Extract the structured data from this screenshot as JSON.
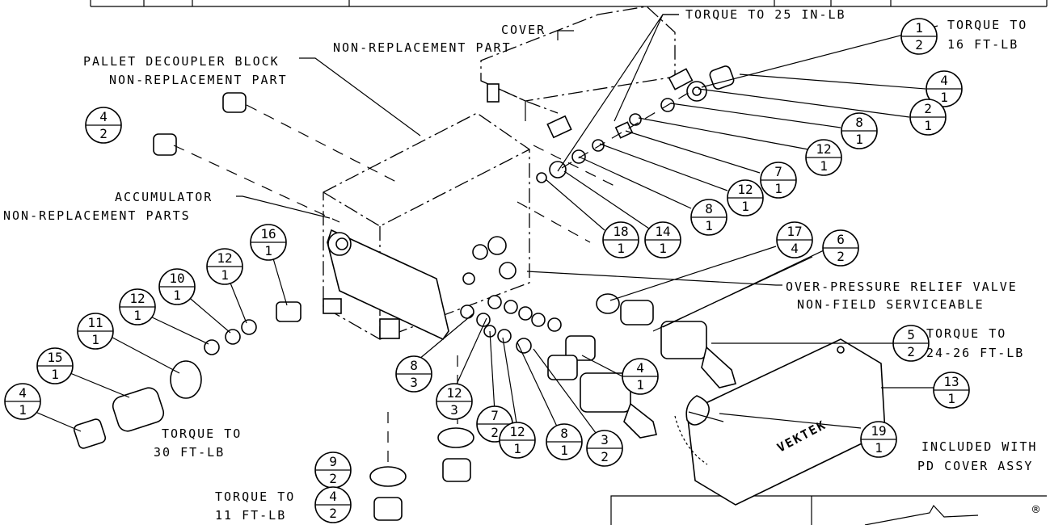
{
  "labels": {
    "cover": "COVER",
    "cover_sub": "NON-REPLACEMENT PART",
    "torque_25": "TORQUE TO 25 IN-LB",
    "torque_16a": "TORQUE TO",
    "torque_16b": "16 FT-LB",
    "pallet_a": "PALLET DECOUPLER BLOCK",
    "pallet_b": "NON-REPLACEMENT PART",
    "accum_a": "ACCUMULATOR",
    "accum_b": "NON-REPLACEMENT PARTS",
    "opr_a": "OVER-PRESSURE RELIEF VALVE",
    "opr_b": "NON-FIELD SERVICEABLE",
    "torque_24a": "TORQUE TO",
    "torque_24b": "24-26 FT-LB",
    "torque_30a": "TORQUE TO",
    "torque_30b": "30 FT-LB",
    "torque_11a": "TORQUE TO",
    "torque_11b": "11 FT-LB",
    "included_a": "INCLUDED WITH",
    "included_b": "PD COVER ASSY",
    "brand": "VEKTEK",
    "registered": "®"
  },
  "balloons": [
    {
      "id": "b1",
      "item": "1",
      "qty": "2"
    },
    {
      "id": "b2",
      "item": "4",
      "qty": "1"
    },
    {
      "id": "b3",
      "item": "2",
      "qty": "1"
    },
    {
      "id": "b4",
      "item": "8",
      "qty": "1"
    },
    {
      "id": "b5",
      "item": "12",
      "qty": "1"
    },
    {
      "id": "b6",
      "item": "7",
      "qty": "1"
    },
    {
      "id": "b7",
      "item": "12",
      "qty": "1"
    },
    {
      "id": "b8",
      "item": "8",
      "qty": "1"
    },
    {
      "id": "b9",
      "item": "18",
      "qty": "1"
    },
    {
      "id": "b10",
      "item": "14",
      "qty": "1"
    },
    {
      "id": "b11",
      "item": "17",
      "qty": "4"
    },
    {
      "id": "b12",
      "item": "6",
      "qty": "2"
    },
    {
      "id": "b13",
      "item": "4",
      "qty": "2"
    },
    {
      "id": "b14",
      "item": "16",
      "qty": "1"
    },
    {
      "id": "b15",
      "item": "12",
      "qty": "1"
    },
    {
      "id": "b16",
      "item": "10",
      "qty": "1"
    },
    {
      "id": "b17",
      "item": "12",
      "qty": "1"
    },
    {
      "id": "b18",
      "item": "11",
      "qty": "1"
    },
    {
      "id": "b19",
      "item": "15",
      "qty": "1"
    },
    {
      "id": "b20",
      "item": "4",
      "qty": "1"
    },
    {
      "id": "b21",
      "item": "5",
      "qty": "2"
    },
    {
      "id": "b22",
      "item": "4",
      "qty": "1"
    },
    {
      "id": "b23",
      "item": "8",
      "qty": "3"
    },
    {
      "id": "b24",
      "item": "12",
      "qty": "3"
    },
    {
      "id": "b25",
      "item": "7",
      "qty": "2"
    },
    {
      "id": "b26",
      "item": "12",
      "qty": "1"
    },
    {
      "id": "b27",
      "item": "8",
      "qty": "1"
    },
    {
      "id": "b28",
      "item": "3",
      "qty": "2"
    },
    {
      "id": "b29",
      "item": "13",
      "qty": "1"
    },
    {
      "id": "b30",
      "item": "19",
      "qty": "1"
    },
    {
      "id": "b31",
      "item": "9",
      "qty": "2"
    },
    {
      "id": "b32",
      "item": "4",
      "qty": "2"
    }
  ]
}
